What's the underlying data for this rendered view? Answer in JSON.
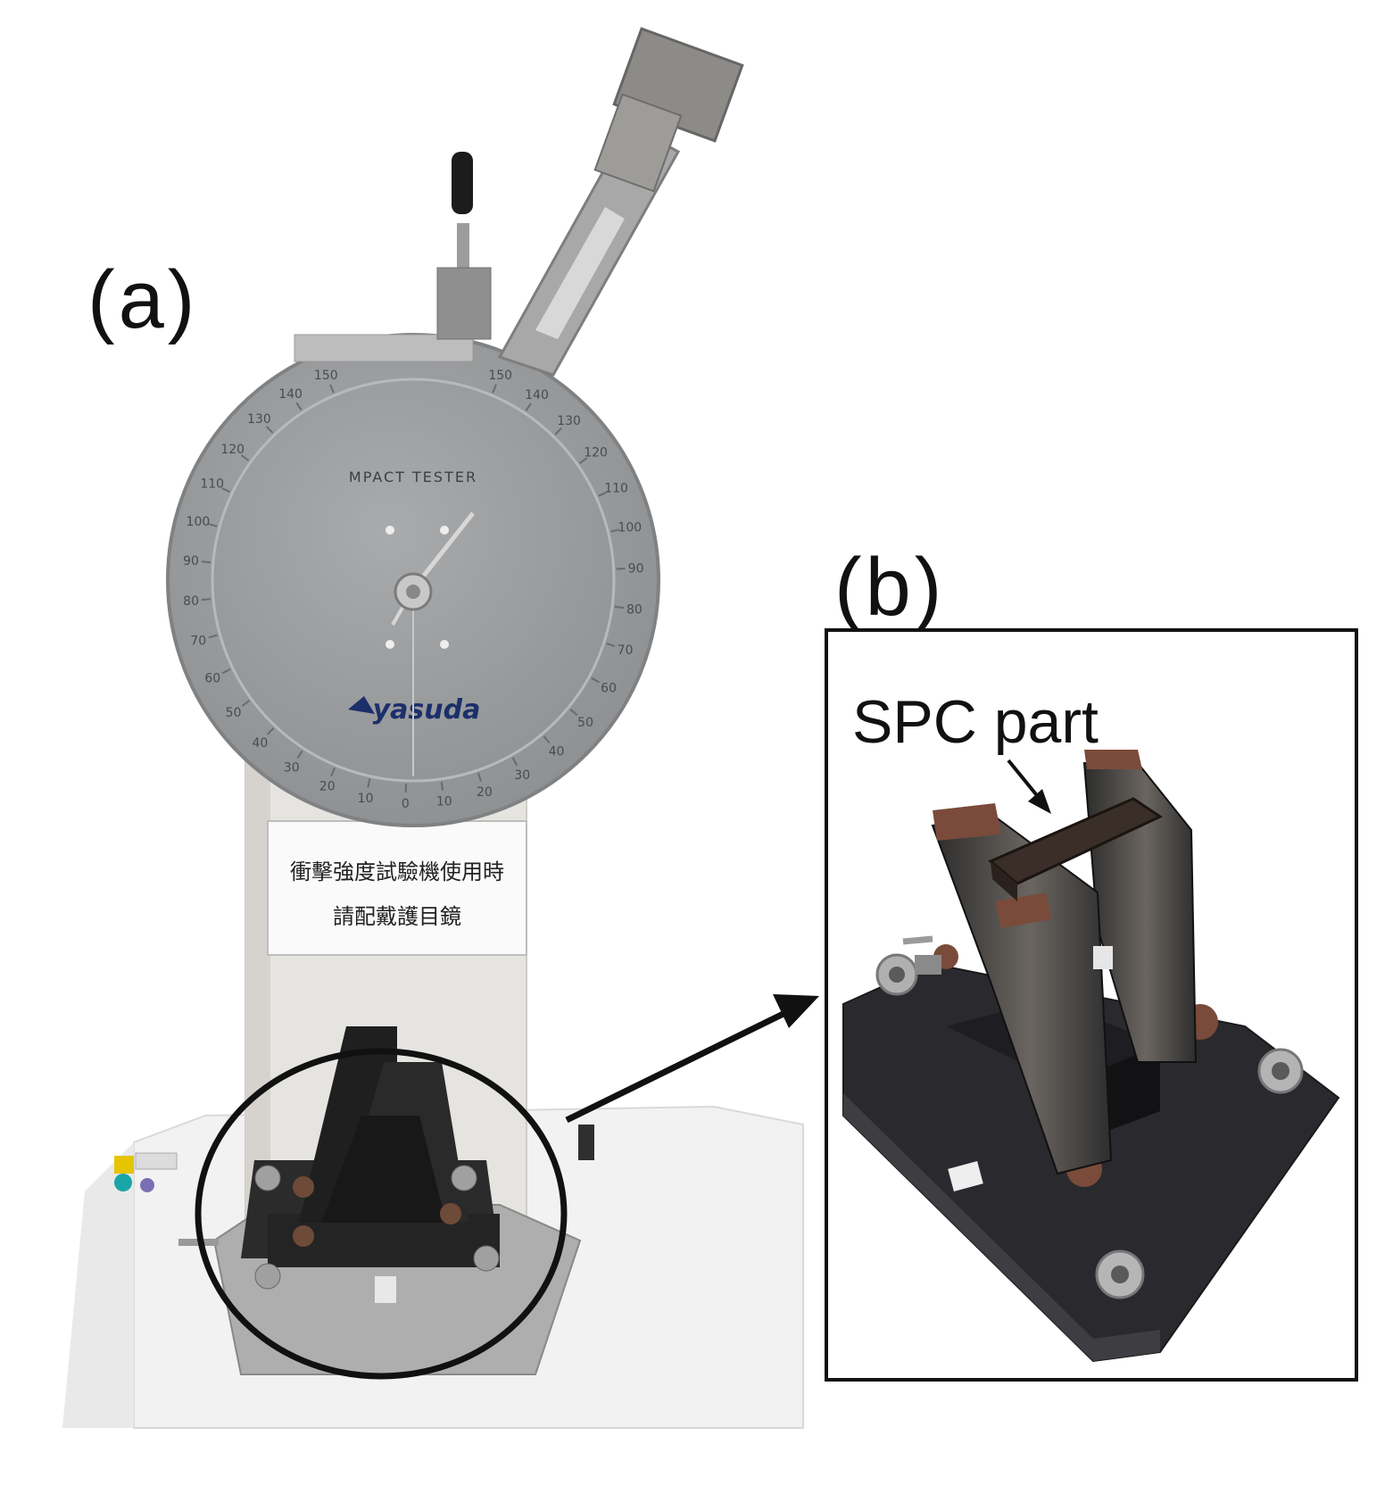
{
  "labels": {
    "panel_a": "(a)",
    "panel_b": "(b)",
    "callout": "SPC part"
  },
  "dial": {
    "title": "MPACT  TESTER",
    "brand": "yasuda",
    "ticks_left": [
      "150",
      "140",
      "130",
      "120",
      "110",
      "100",
      "90",
      "80",
      "70",
      "60",
      "50",
      "40",
      "30",
      "20",
      "10",
      "0"
    ],
    "ticks_right": [
      "150",
      "140",
      "130",
      "120",
      "110",
      "100",
      "90",
      "80",
      "70",
      "60",
      "50",
      "40",
      "30",
      "20",
      "10"
    ]
  },
  "sign": {
    "line1": "衝擊強度試驗機使用時",
    "line2": "請配戴護目鏡"
  },
  "colors": {
    "dial": "#9a9c9e",
    "dial_edge": "#7f8183",
    "column": "#e8e6e2",
    "fixture": "#262626",
    "base_plate": "#f1f1f1",
    "rust": "#7a4b3a",
    "frame": "#111111",
    "arrow": "#111111"
  }
}
